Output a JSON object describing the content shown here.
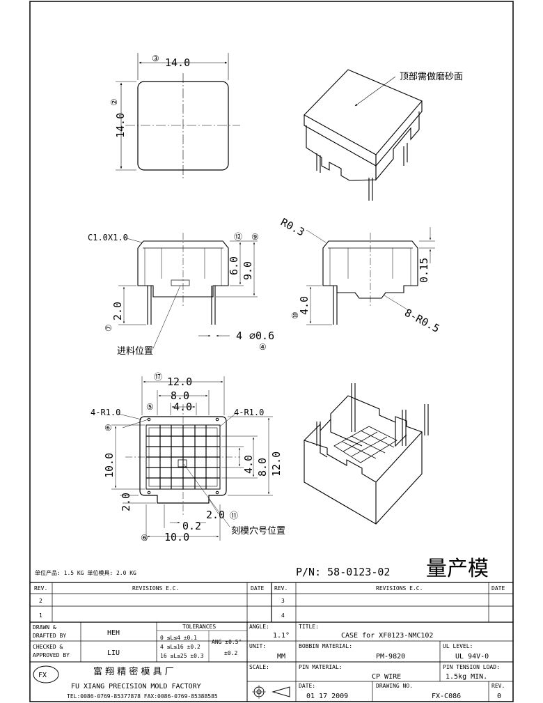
{
  "views": {
    "top": {
      "width": "14.0",
      "height": "14.0",
      "bubble_w": "③",
      "bubble_h": "②"
    },
    "iso_top": {
      "note": "顶部需做磨砂面"
    },
    "front": {
      "chamfer": "C1.0X1.0",
      "h1": "6.0",
      "h2": "9.0",
      "pin_len": "2.0",
      "pin_gap": "4",
      "pin_dia": "⌀0.6",
      "b_e": "⑫",
      "b_c": "⑨",
      "b_pin": "⑦",
      "b_dia": "④",
      "gate": "进料位置"
    },
    "side": {
      "radius_top": "R0.3",
      "depth": "0.15",
      "notch": "4.0",
      "radius_notch": "8-R0.5",
      "b_notch": "⑩"
    },
    "bottom": {
      "w12": "12.0",
      "w8": "8.0",
      "w4": "4.0",
      "h4": "4.0",
      "h8": "8.0",
      "h12": "12.0",
      "h10": "10.0",
      "edge2": "2.0",
      "edge2b": "2.0",
      "gap02": "0.2",
      "w10": "10.0",
      "r_left": "4-R1.0",
      "r_right": "4-R1.0",
      "b_top": "⑰",
      "b_mid": "⑤",
      "b_left": "⑥",
      "b_hole": "⑪",
      "b_bottom": "⑥",
      "mark": "刻模穴号位置"
    }
  },
  "titleblock": {
    "weights": "  单位产品: 1.5 KG      单位模具: 2.0 KG",
    "pn": "P/N: 58-0123-02",
    "stamp": "量产模",
    "rev_head_a": "REV.",
    "rev_desc_a": "REVISIONS  E.C.",
    "rev_date_a": "DATE",
    "rev_row_a1": "2",
    "rev_row_a2": "1",
    "rev_head_b": "REV.",
    "rev_desc_b": "REVISIONS  E.C.",
    "rev_date_b": "DATE",
    "rev_row_b1": "3",
    "rev_row_b2": "4",
    "drawn_label": "DRAWN &",
    "drawn_label2": "DRAFTED BY",
    "drawn_val": "HEH",
    "checked_label": "CHECKED &",
    "checked_label2": "APPROVED BY",
    "checked_val": "LIU",
    "tol_title": "TOLERANCES",
    "tol_r1": "0 ≤L≤4   ±0.1",
    "tol_r2": "4 ≤L≤16  ±0.2",
    "tol_r3": "16 ≤L≤25 ±0.3",
    "tol_right": "ANG ±0.5°",
    "tol_right2": "±0.2",
    "angle_label": "ANGLE:",
    "angle_val": "1.1°",
    "unit_label": "UNIT:",
    "unit_val": "MM",
    "scale_label": "SCALE:",
    "title_label": "TITLE:",
    "title_val": "CASE for XF0123-NMC102",
    "bobbin_label": "BOBBIN MATERIAL:",
    "bobbin_val": "PM-9820",
    "ul_label": "UL LEVEL:",
    "ul_val": "UL 94V-0",
    "pin_label": "PIN MATERIAL:",
    "pin_val": "CP WIRE",
    "tension_label": "PIN TENSION LOAD:",
    "tension_val": "1.5kg MIN.",
    "date_label": "DATE:",
    "date_val": "01  17  2009",
    "dwg_label": "DRAWING NO.",
    "dwg_val": "FX-C086",
    "rev_label": "REV.",
    "rev_val": "0",
    "company_cn": "富 翔 精 密 模 具 厂",
    "company_en": "FU XIANG PRECISION MOLD FACTORY",
    "company_tel": "TEL:0086-0769-85377878    FAX:0086-0769-85388585",
    "logo_text": "FX"
  }
}
